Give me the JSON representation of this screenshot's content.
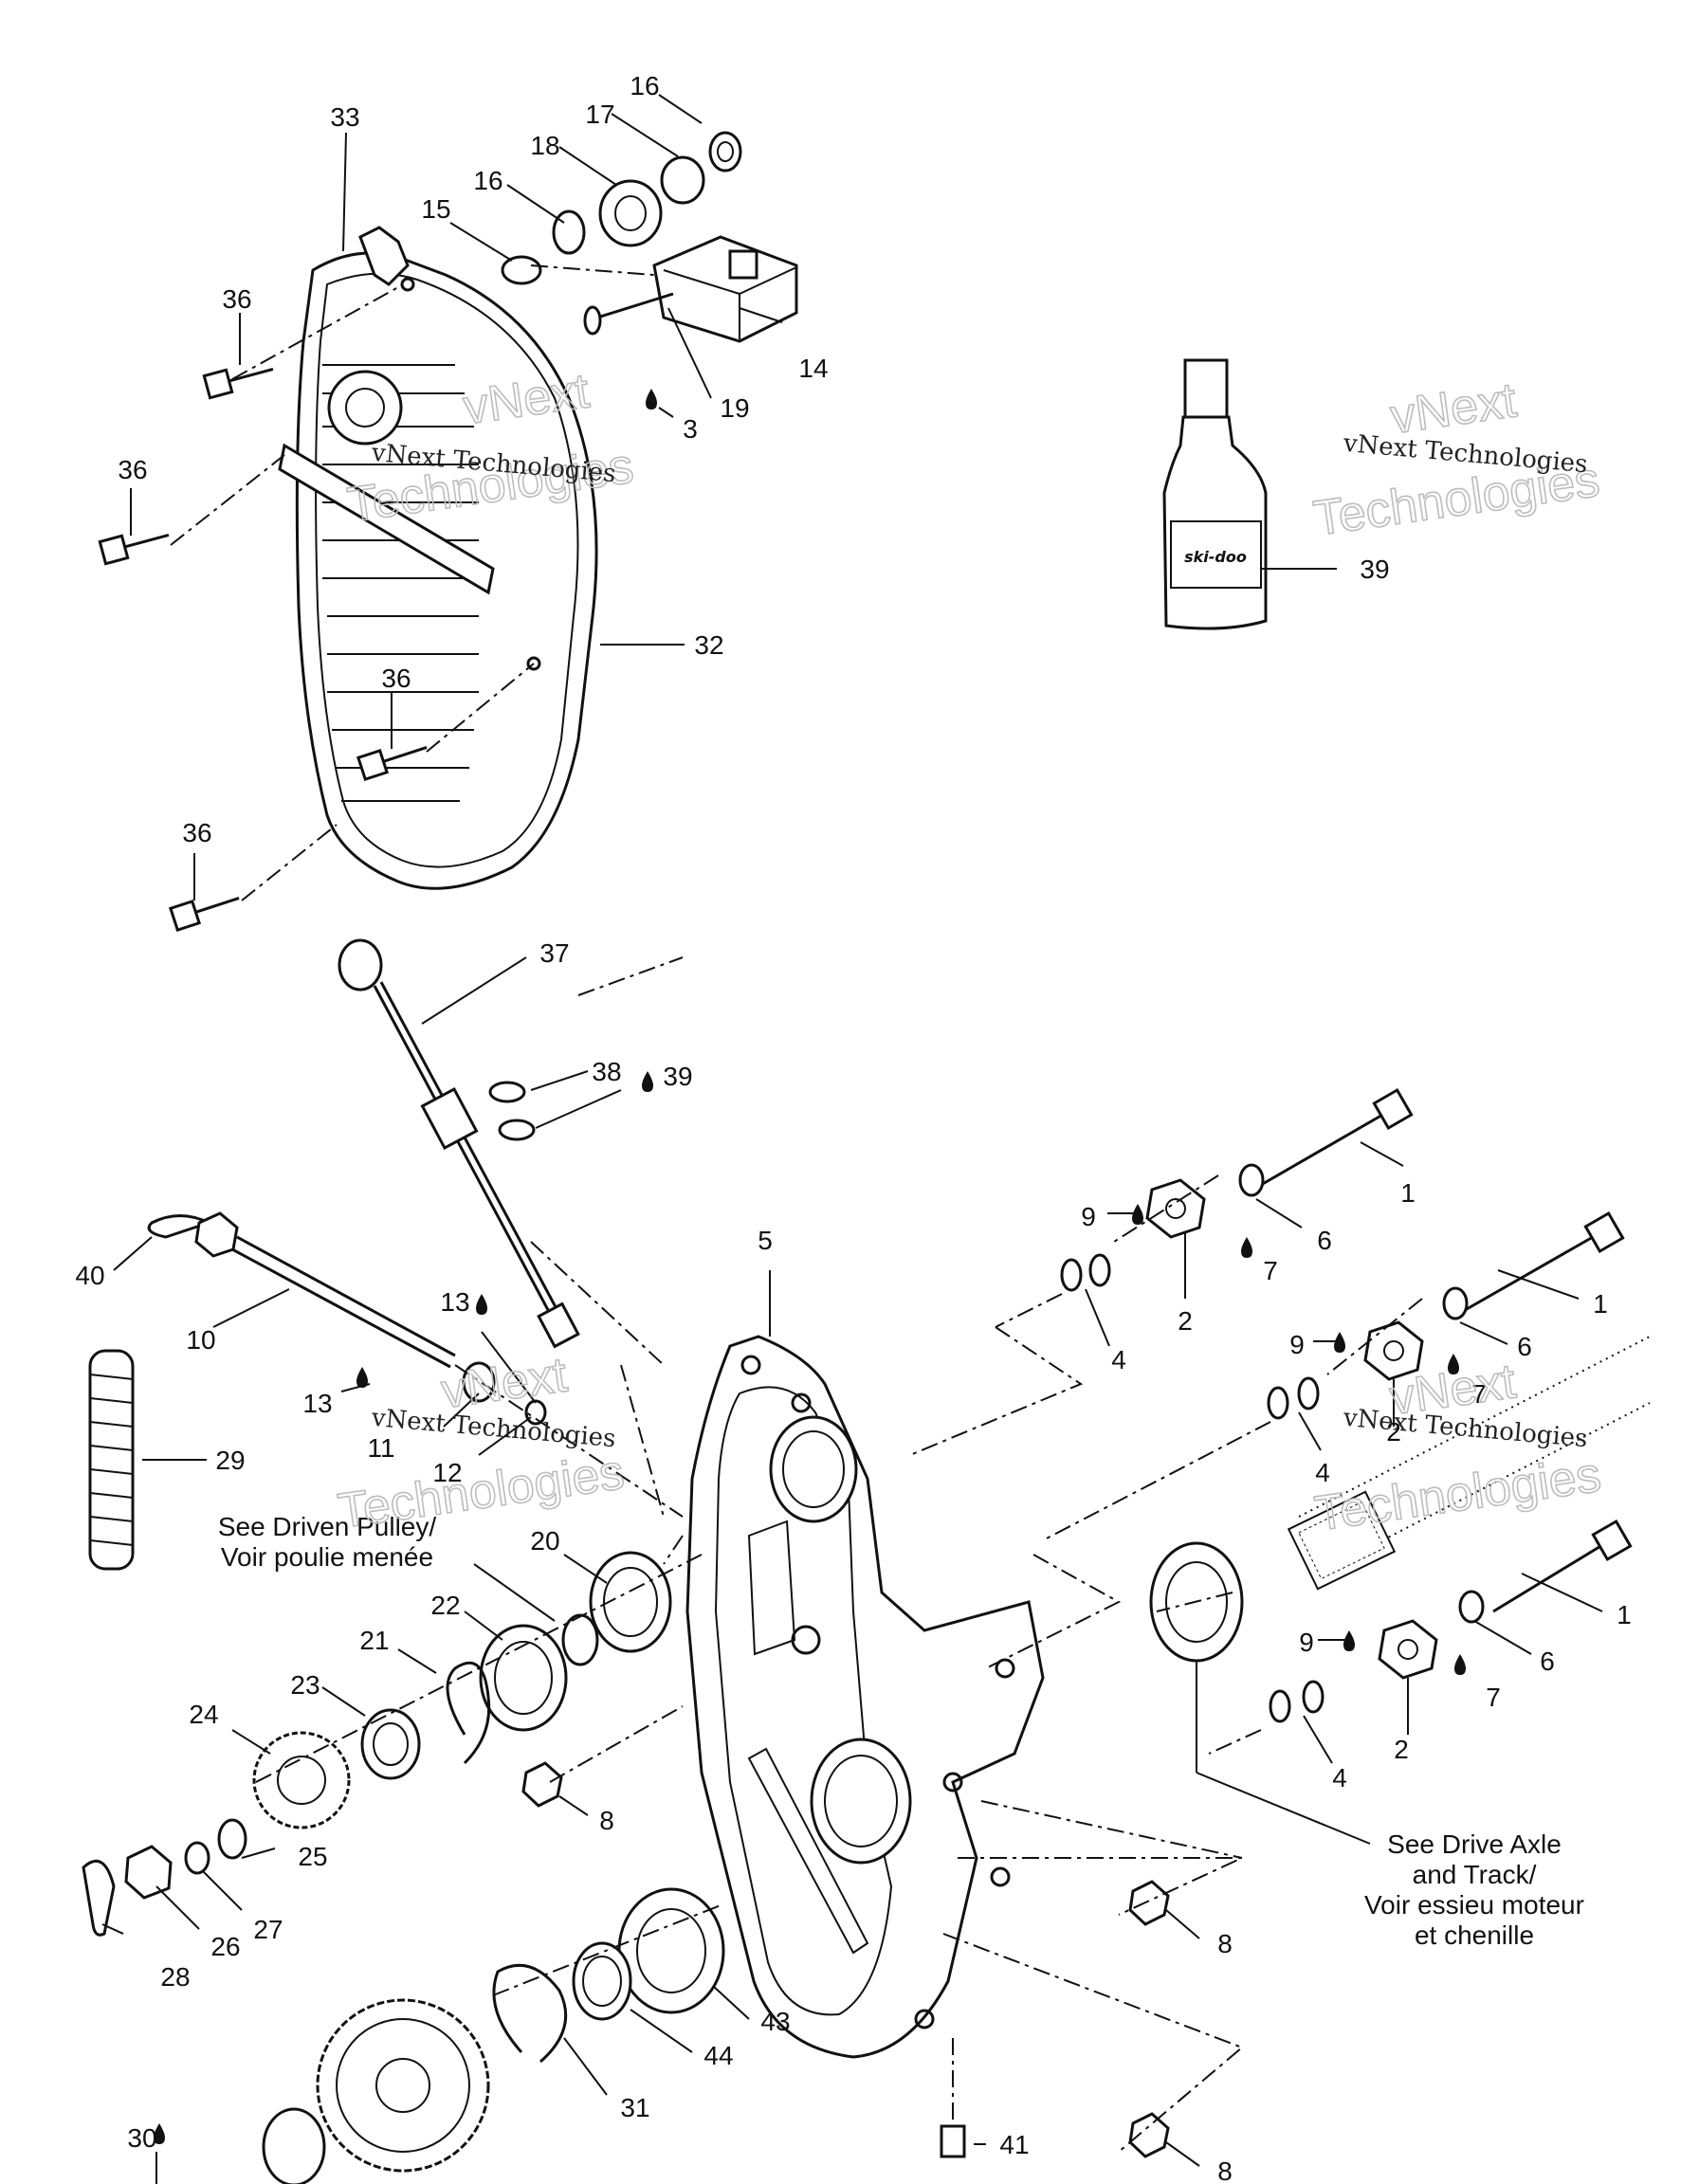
{
  "diagram": {
    "callouts": [
      {
        "id": "c16a",
        "text": "16"
      },
      {
        "id": "c17",
        "text": "17"
      },
      {
        "id": "c18",
        "text": "18"
      },
      {
        "id": "c16b",
        "text": "16"
      },
      {
        "id": "c15",
        "text": "15"
      },
      {
        "id": "c33",
        "text": "33"
      },
      {
        "id": "c14",
        "text": "14"
      },
      {
        "id": "c19",
        "text": "19"
      },
      {
        "id": "c3",
        "text": "3"
      },
      {
        "id": "c36a",
        "text": "36"
      },
      {
        "id": "c36b",
        "text": "36"
      },
      {
        "id": "c32",
        "text": "32"
      },
      {
        "id": "c36c",
        "text": "36"
      },
      {
        "id": "c36d",
        "text": "36"
      },
      {
        "id": "c39a",
        "text": "39"
      },
      {
        "id": "c37",
        "text": "37"
      },
      {
        "id": "c38",
        "text": "38"
      },
      {
        "id": "c39b",
        "text": "39"
      },
      {
        "id": "c1a",
        "text": "1"
      },
      {
        "id": "c9a",
        "text": "9"
      },
      {
        "id": "c6a",
        "text": "6"
      },
      {
        "id": "c7a",
        "text": "7"
      },
      {
        "id": "c2a",
        "text": "2"
      },
      {
        "id": "c4a",
        "text": "4"
      },
      {
        "id": "c1b",
        "text": "1"
      },
      {
        "id": "c9b",
        "text": "9"
      },
      {
        "id": "c6b",
        "text": "6"
      },
      {
        "id": "c7b",
        "text": "7"
      },
      {
        "id": "c2b",
        "text": "2"
      },
      {
        "id": "c4b",
        "text": "4"
      },
      {
        "id": "c1c",
        "text": "1"
      },
      {
        "id": "c9c",
        "text": "9"
      },
      {
        "id": "c6c",
        "text": "6"
      },
      {
        "id": "c7c",
        "text": "7"
      },
      {
        "id": "c2c",
        "text": "2"
      },
      {
        "id": "c4c",
        "text": "4"
      },
      {
        "id": "c5",
        "text": "5"
      },
      {
        "id": "c40",
        "text": "40"
      },
      {
        "id": "c10",
        "text": "10"
      },
      {
        "id": "c13a",
        "text": "13"
      },
      {
        "id": "c13b",
        "text": "13"
      },
      {
        "id": "c11",
        "text": "11"
      },
      {
        "id": "c12",
        "text": "12"
      },
      {
        "id": "c29",
        "text": "29"
      },
      {
        "id": "c20",
        "text": "20"
      },
      {
        "id": "c22",
        "text": "22"
      },
      {
        "id": "c21",
        "text": "21"
      },
      {
        "id": "c23",
        "text": "23"
      },
      {
        "id": "c24",
        "text": "24"
      },
      {
        "id": "c8a",
        "text": "8"
      },
      {
        "id": "c25",
        "text": "25"
      },
      {
        "id": "c27",
        "text": "27"
      },
      {
        "id": "c26",
        "text": "26"
      },
      {
        "id": "c28",
        "text": "28"
      },
      {
        "id": "c43",
        "text": "43"
      },
      {
        "id": "c44",
        "text": "44"
      },
      {
        "id": "c31",
        "text": "31"
      },
      {
        "id": "c41",
        "text": "41"
      },
      {
        "id": "c8b",
        "text": "8"
      },
      {
        "id": "c8c",
        "text": "8"
      },
      {
        "id": "c30",
        "text": "30"
      }
    ],
    "notes": {
      "driven_pulley": [
        "See Driven Pulley/",
        "Voir poulie menée"
      ],
      "drive_axle": [
        "See Drive Axle",
        "and Track/",
        "Voir essieu moteur",
        "et chenille"
      ]
    },
    "bottle_brand": "ski-doo",
    "watermark": {
      "small": "vNext Technologies",
      "big_line1": "vNext",
      "big_line2": "Technologies"
    }
  }
}
